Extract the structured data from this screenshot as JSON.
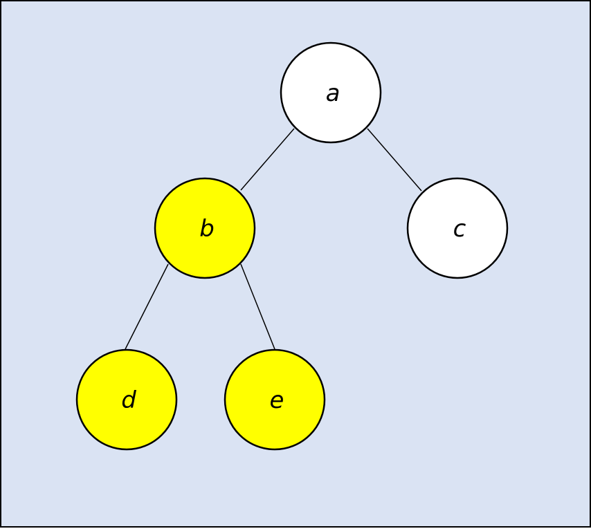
{
  "diagram": {
    "background_color": "#dae3f3",
    "border_color": "#000000",
    "edge_color": "#000000",
    "highlight_color": "#ffff00",
    "default_color": "#ffffff",
    "nodes": [
      {
        "id": "a",
        "label": "a",
        "highlighted": false
      },
      {
        "id": "b",
        "label": "b",
        "highlighted": true
      },
      {
        "id": "c",
        "label": "c",
        "highlighted": false
      },
      {
        "id": "d",
        "label": "d",
        "highlighted": true
      },
      {
        "id": "e",
        "label": "e",
        "highlighted": true
      }
    ],
    "edges": [
      {
        "from": "a",
        "to": "b"
      },
      {
        "from": "a",
        "to": "c"
      },
      {
        "from": "b",
        "to": "d"
      },
      {
        "from": "b",
        "to": "e"
      }
    ]
  }
}
